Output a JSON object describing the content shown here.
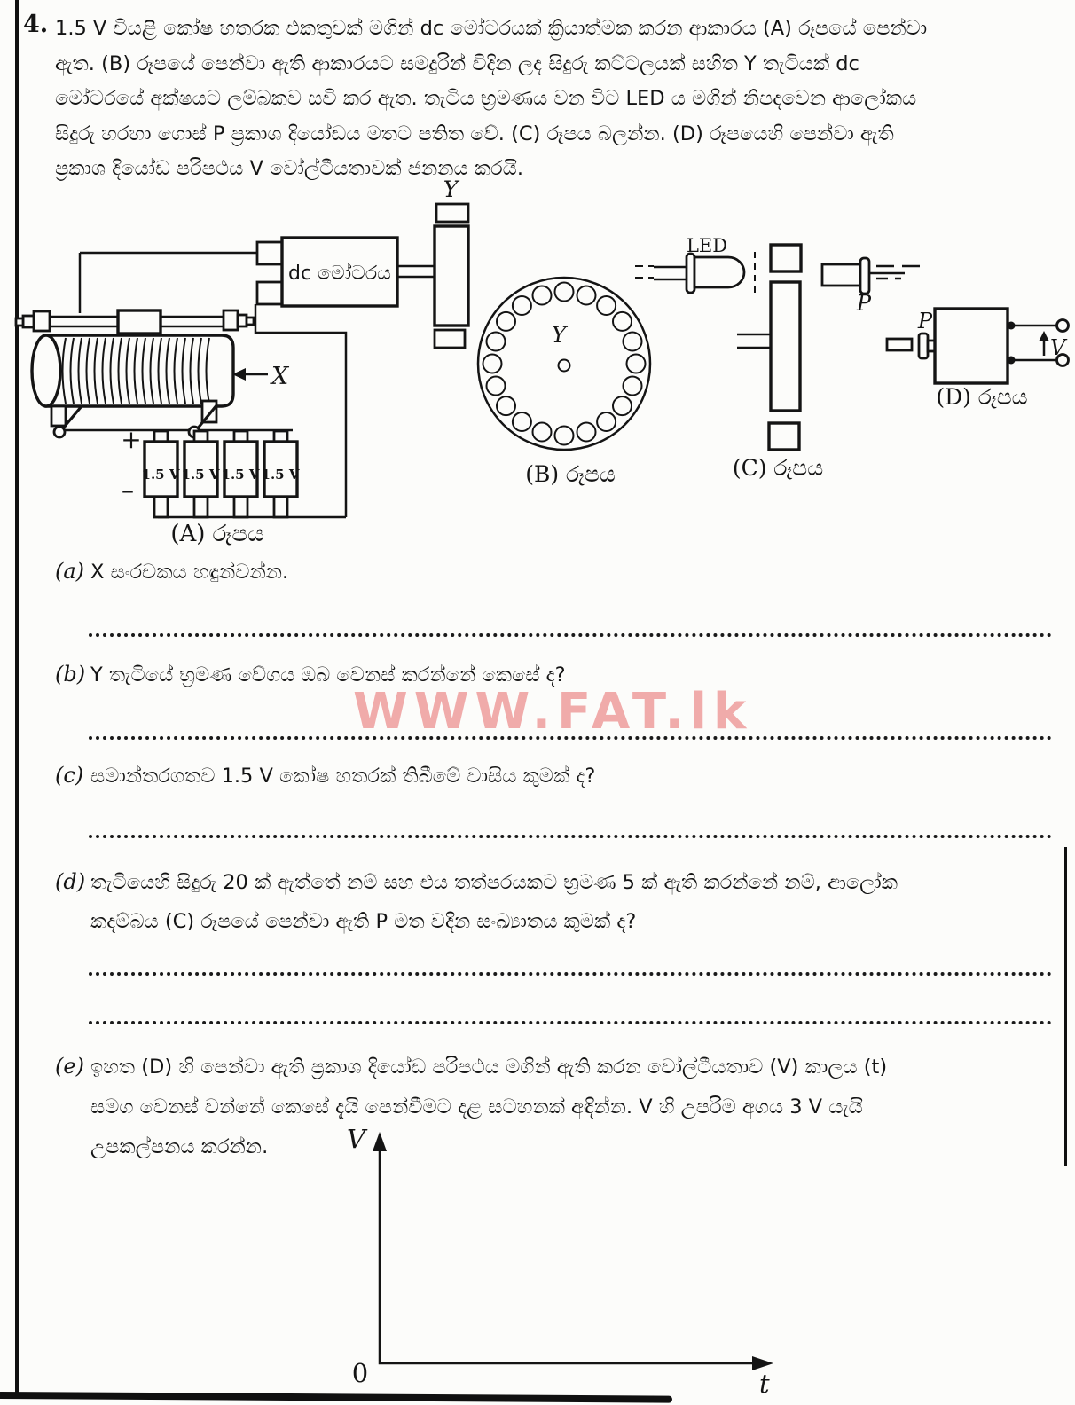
{
  "page": {
    "question_number": "4.",
    "intro_lines": [
      "1.5 V වියළි කෝෂ හතරක එකතුවක් මගින් dc මෝටරයක් ක්‍රියාත්මක කරන ආකාරය (A) රූපයේ පෙන්වා",
      "ඇත. (B) රූපයේ පෙන්වා ඇති ආකාරයට සමදුරින් විදින ලද සිදුරු කට්ටලයක් සහිත Y තැටියක් dc",
      "මෝටරයේ අක්ෂයට ලම්බකව සවි කර ඇත. තැටිය භ්‍රමණය වන විට LED ය මගින් නිපදවෙන ආලෝකය",
      "සිදුරු හරහා ගොස් P ප්‍රකාශ දියෝඩය මතට පතිත වේ. (C) රූපය බලන්න. (D) රූපයෙහි පෙන්වා ඇති",
      "ප්‍රකාශ දියෝඩ පරිපථය V වෝල්ටීයතාවක් ජනනය කරයි."
    ],
    "watermark": "WWW.FAT.lk",
    "watermark_color": "#ef9d9d"
  },
  "figures": {
    "A": {
      "caption": "(A) රූපය",
      "motor_label": "dc මෝටරය",
      "x_label": "X",
      "cell_label": "1.5 V",
      "cell_count": 4,
      "plus": "+",
      "minus": "–"
    },
    "B": {
      "caption": "(B) රූපය",
      "axle_label": "Y",
      "disc_label": "Y",
      "hole_count": 20
    },
    "C": {
      "caption": "(C) රූපය",
      "led_label": "LED",
      "p_label": "P"
    },
    "D": {
      "caption": "(D) රූපය",
      "p_label": "P",
      "v_label": "V"
    }
  },
  "questions": [
    {
      "label": "(a)",
      "lines": [
        "X සංරචකය හඳුන්වන්න."
      ]
    },
    {
      "label": "(b)",
      "lines": [
        "Y තැටියේ භ්‍රමණ වේගය ඔබ වෙනස් කරන්නේ කෙසේ ද?"
      ]
    },
    {
      "label": "(c)",
      "lines": [
        "සමාන්තරගතව 1.5 V කෝෂ හතරක් තිබීමේ වාසිය කුමක් ද?"
      ]
    },
    {
      "label": "(d)",
      "lines": [
        "තැටියෙහි සිදුරු 20 ක් ඇත්තේ නම් සහ එය තත්පරයකට භ්‍රමණ 5 ක් ඇති කරන්නේ නම්, ආලෝක",
        "කදම්බය (C) රූපයේ පෙන්වා ඇති P මත වදින සංඛ්‍යාතය කුමක් ද?"
      ]
    },
    {
      "label": "(e)",
      "lines": [
        "ඉහත (D) හි පෙන්වා ඇති ප්‍රකාශ දියෝඩ පරිපථය මගින් ඇති කරන වෝල්ටීයතාව (V) කාලය (t)",
        "සමග වෙනස් වන්නේ කෙසේ දැයි පෙන්වීමට දළ සටහනක් අඳින්න. V හි උපරිම අගය 3 V යැයි",
        "උපකල්පනය කරන්න."
      ]
    }
  ],
  "graph": {
    "y_axis_label": "V",
    "x_axis_label": "t",
    "origin_label": "0"
  }
}
